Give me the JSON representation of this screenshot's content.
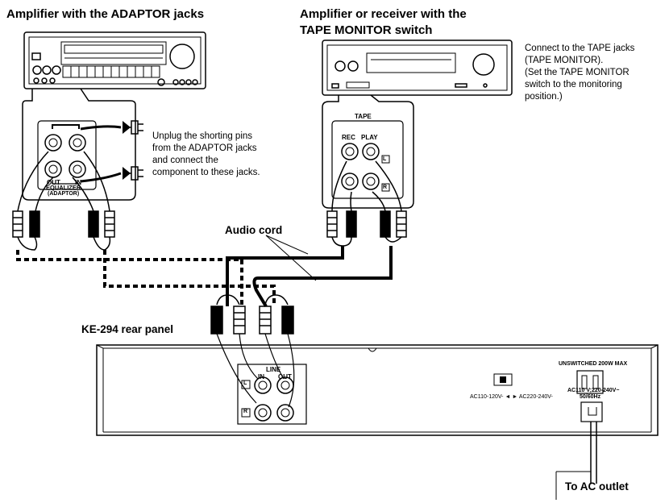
{
  "headings": {
    "amp_adaptor": "Amplifier with the ADAPTOR jacks",
    "amp_tape_line1": "Amplifier or receiver with the",
    "amp_tape_line2": "TAPE MONITOR switch"
  },
  "notes": {
    "tape_monitor": [
      "Connect to the TAPE jacks",
      "(TAPE MONITOR).",
      "(Set the TAPE MONITOR",
      "switch to the monitoring",
      "position.)"
    ],
    "adaptor": [
      "Unplug the shorting pins",
      "from the ADAPTOR jacks",
      "and connect the",
      "component to these jacks."
    ]
  },
  "labels": {
    "audio_cord": "Audio cord",
    "rear_panel": "KE-294 rear panel",
    "ac_outlet": "To AC outlet",
    "tape": "TAPE",
    "rec": "REC",
    "play": "PLAY",
    "out": "OUT",
    "in": "IN",
    "equalizer": "EQUALIZER",
    "adaptor": "(ADAPTOR)",
    "line": "LINE",
    "l": "L",
    "r": "R",
    "voltage_switch": "AC110-120V- ◄ ► AC220-240V-",
    "unswitched": "UNSWITCHED 200W MAX",
    "ac_rating": "AC110 V;220-240V~",
    "hz": "50/60Hz"
  }
}
